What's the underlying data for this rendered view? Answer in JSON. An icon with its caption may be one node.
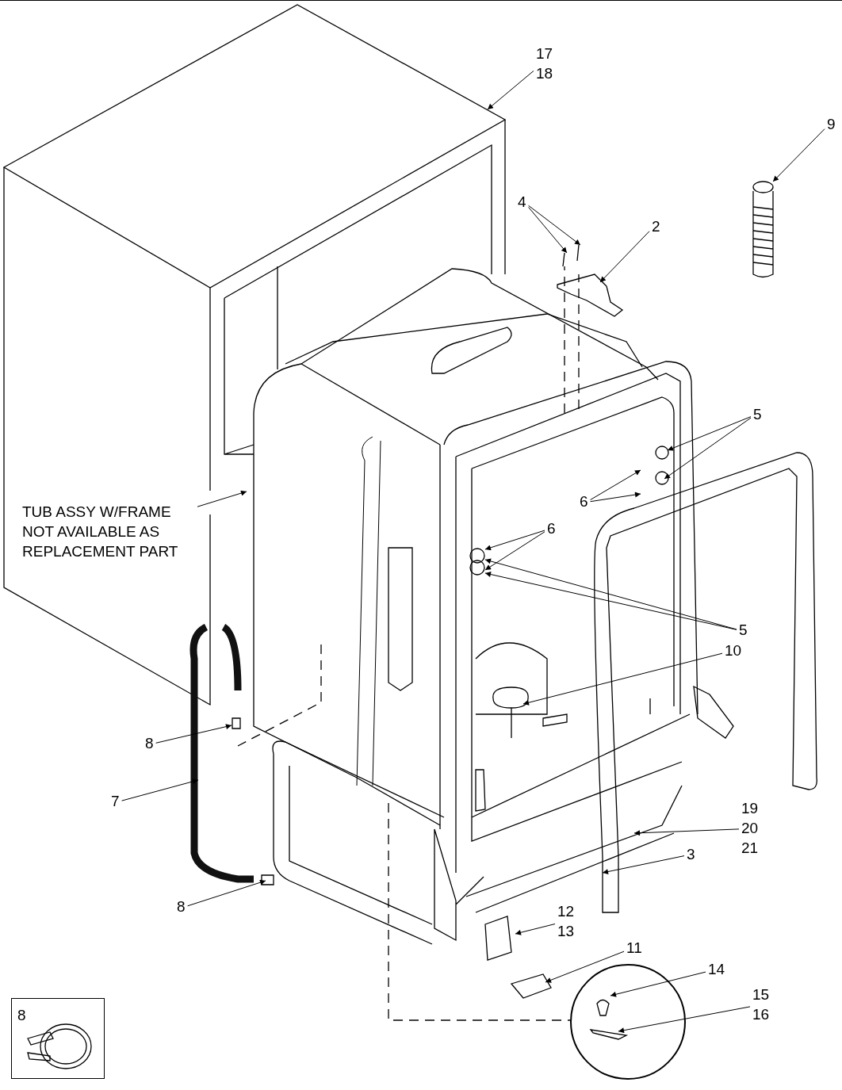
{
  "diagram": {
    "nodes": [
      {
        "text": [
          "17",
          "18"
        ]
      },
      {
        "text": [
          "9"
        ]
      },
      {
        "text": [
          "4"
        ]
      },
      {
        "text": [
          "2"
        ]
      },
      {
        "text": [
          "5"
        ]
      },
      {
        "text": [
          "6"
        ]
      },
      {
        "text": [
          "TUB ASSY W/FRAME NOT AVAILABLE AS REPLACEMENT PART"
        ]
      },
      {
        "text": [
          "6"
        ]
      },
      {
        "text": [
          "5"
        ]
      },
      {
        "text": [
          "10"
        ]
      },
      {
        "text": [
          "8"
        ]
      },
      {
        "text": [
          "7"
        ]
      },
      {
        "text": [
          "19",
          "20",
          "21"
        ]
      },
      {
        "text": [
          "3"
        ]
      },
      {
        "text": [
          "8"
        ]
      },
      {
        "text": [
          "12",
          "13"
        ]
      },
      {
        "text": [
          "11"
        ]
      },
      {
        "text": [
          "14"
        ]
      },
      {
        "text": [
          "15",
          "16"
        ]
      },
      {
        "text": [
          "8"
        ]
      }
    ],
    "edges": [
      {
        "from": 0,
        "to": null,
        "arrow": "to"
      },
      {
        "from": 1,
        "to": null,
        "arrow": "to"
      },
      {
        "from": 2,
        "to": null,
        "arrow": "to"
      },
      {
        "from": 2,
        "to": null,
        "arrow": "to"
      },
      {
        "from": 3,
        "to": null,
        "arrow": "to"
      },
      {
        "from": 4,
        "to": null,
        "arrow": "to"
      },
      {
        "from": 4,
        "to": null,
        "arrow": "to"
      },
      {
        "from": 5,
        "to": null,
        "arrow": "to"
      },
      {
        "from": 5,
        "to": null,
        "arrow": "to"
      },
      {
        "from": 6,
        "to": null,
        "arrow": "to"
      },
      {
        "from": 7,
        "to": null,
        "arrow": "to"
      },
      {
        "from": 7,
        "to": null,
        "arrow": "to"
      },
      {
        "from": 8,
        "to": null,
        "arrow": "to"
      },
      {
        "from": 8,
        "to": null,
        "arrow": "to"
      },
      {
        "from": 9,
        "to": null,
        "arrow": "to"
      },
      {
        "from": 10,
        "to": null,
        "arrow": "to"
      },
      {
        "from": 11,
        "to": null,
        "arrow": "to"
      },
      {
        "from": 12,
        "to": null,
        "arrow": "to"
      },
      {
        "from": 13,
        "to": null,
        "arrow": "to"
      },
      {
        "from": 14,
        "to": null,
        "arrow": "to"
      },
      {
        "from": 15,
        "to": null,
        "arrow": "to"
      },
      {
        "from": 16,
        "to": null,
        "arrow": "to"
      },
      {
        "from": 17,
        "to": null,
        "arrow": "to"
      },
      {
        "from": 18,
        "to": null,
        "arrow": "to"
      }
    ]
  }
}
